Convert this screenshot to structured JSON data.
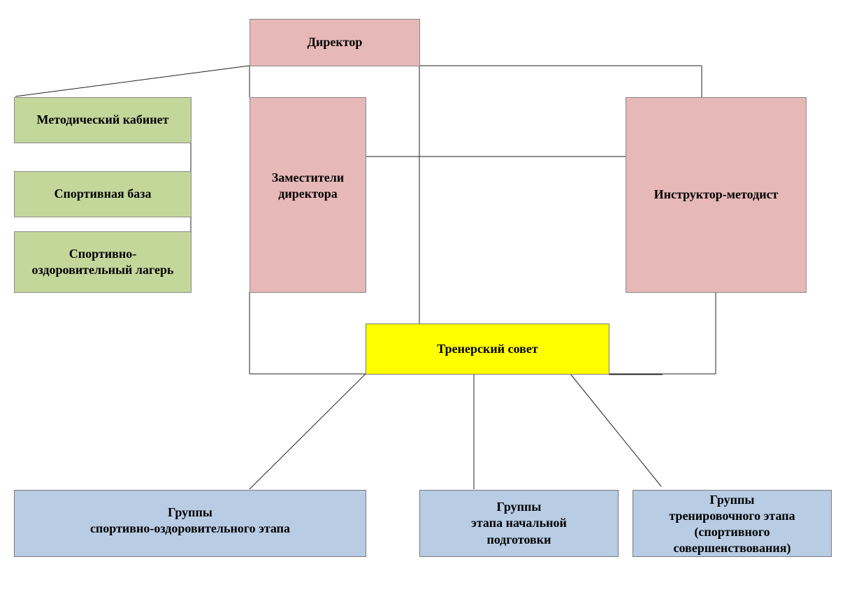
{
  "diagram": {
    "director": "Директор",
    "method_cabinet": "Методический кабинет",
    "sport_base": "Спортивная база",
    "camp": "Спортивно-\nоздоровительный лагерь",
    "deputies": "Заместители\nдиректора",
    "instructor": "Инструктор-методист",
    "coach_council": "Тренерский совет",
    "group_health": "Группы\nспортивно-оздоровительного этапа",
    "group_initial": "Группы\nэтапа начальной\nподготовки",
    "group_training": "Группы\nтренировочного этапа\n(спортивного\nсовершенствования)"
  },
  "colors": {
    "pink": "#e6b8b7",
    "green": "#c4d79b",
    "blue": "#b8cce4",
    "yellow": "#ffff00"
  }
}
